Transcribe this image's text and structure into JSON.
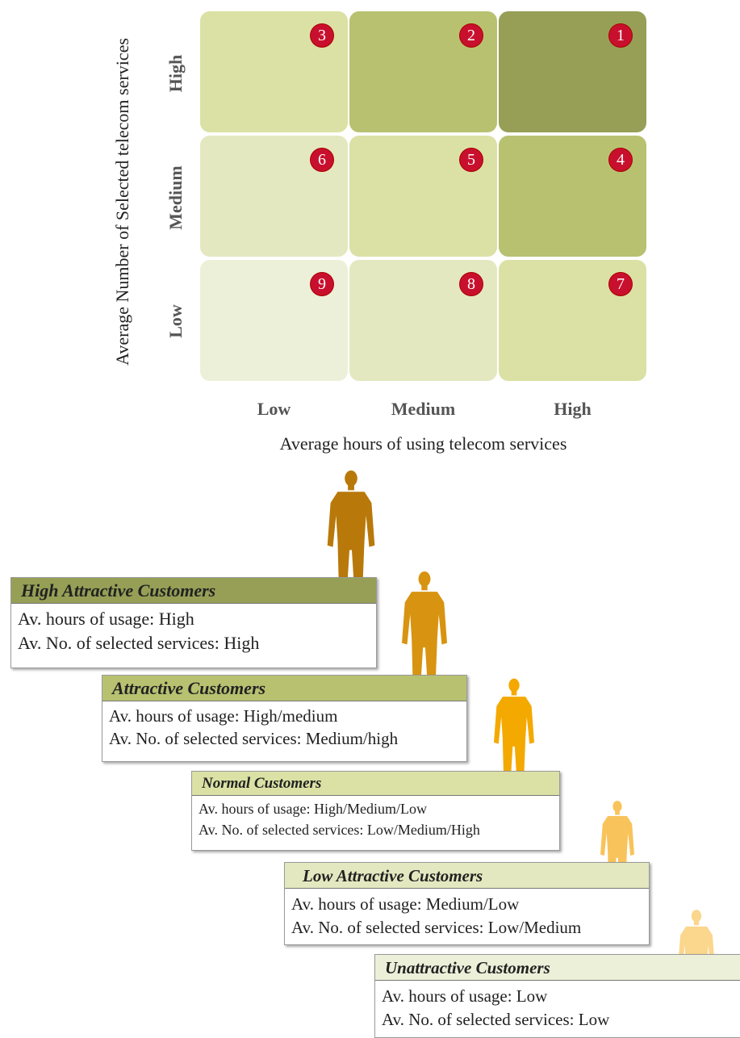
{
  "matrix": {
    "y_axis_label": "Average Number of Selected  telecom services",
    "x_axis_label": "Average hours of using telecom services",
    "row_labels": {
      "high": "High",
      "medium": "Medium",
      "low": "Low"
    },
    "col_labels": {
      "low": "Low",
      "medium": "Medium",
      "high": "High"
    },
    "cells": [
      {
        "number": "3",
        "row": "High",
        "col": "Low",
        "color": "#dbe1a4"
      },
      {
        "number": "2",
        "row": "High",
        "col": "Medium",
        "color": "#b8c170"
      },
      {
        "number": "1",
        "row": "High",
        "col": "High",
        "color": "#969f55"
      },
      {
        "number": "6",
        "row": "Medium",
        "col": "Low",
        "color": "#e4e8c0"
      },
      {
        "number": "5",
        "row": "Medium",
        "col": "Medium",
        "color": "#dbe1a4"
      },
      {
        "number": "4",
        "row": "Medium",
        "col": "High",
        "color": "#b8c170"
      },
      {
        "number": "9",
        "row": "Low",
        "col": "Low",
        "color": "#edf0d9"
      },
      {
        "number": "8",
        "row": "Low",
        "col": "Medium",
        "color": "#e4e8c0"
      },
      {
        "number": "7",
        "row": "Low",
        "col": "High",
        "color": "#dbe1a4"
      }
    ]
  },
  "segments": [
    {
      "title": "High Attractive Customers",
      "line1": "Av. hours of usage: High",
      "line2": "Av. No. of selected services: High",
      "header_color": "#969f55",
      "figure_color": "#b8790a"
    },
    {
      "title": "Attractive Customers",
      "line1": "Av. hours of usage: High/medium",
      "line2": "Av. No. of selected services: Medium/high",
      "header_color": "#b8c170",
      "figure_color": "#d89410"
    },
    {
      "title": "Normal Customers",
      "line1": "Av. hours of usage: High/Medium/Low",
      "line2": "Av. No. of selected services: Low/Medium/High",
      "header_color": "#dbe1a4",
      "figure_color": "#f4a900"
    },
    {
      "title": "Low Attractive Customers",
      "line1": "Av. hours of usage: Medium/Low",
      "line2": "Av. No. of selected services: Low/Medium",
      "header_color": "#e4e8c0",
      "figure_color": "#f8c35a"
    },
    {
      "title": "Unattractive Customers",
      "line1": "Av. hours of usage: Low",
      "line2": "Av. No. of selected services: Low",
      "header_color": "#edf0d9",
      "figure_color": "#fbd68d"
    }
  ]
}
